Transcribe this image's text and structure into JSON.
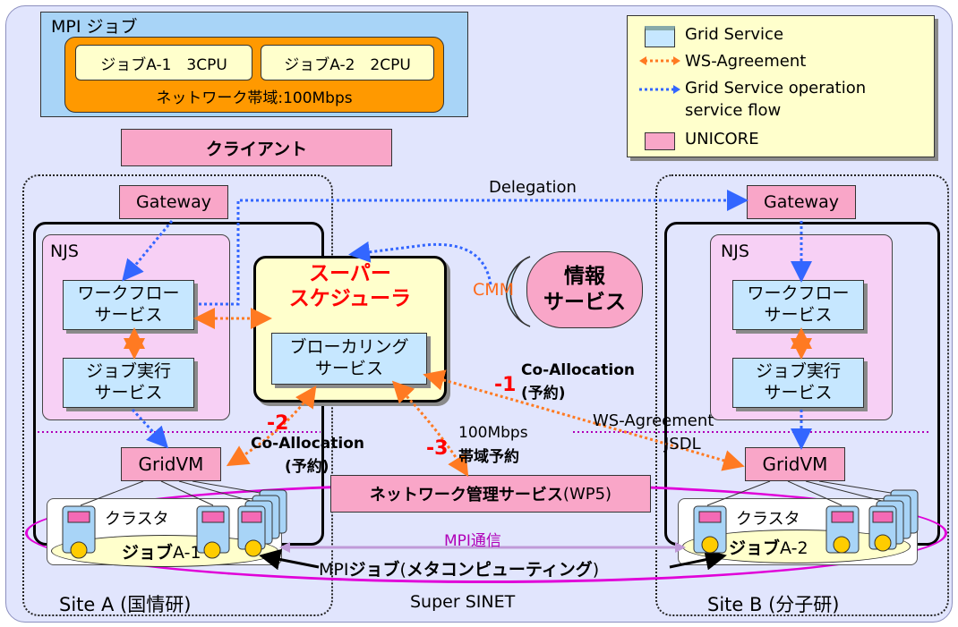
{
  "mpi_job": {
    "title": "MPI ジョブ",
    "job_a1": "ジョブA-1　3CPU",
    "job_a2": "ジョブA-2　2CPU",
    "bandwidth": "ネットワーク帯域:100Mbps"
  },
  "client": "クライアント",
  "legend": {
    "grid_service": "Grid Service",
    "ws_agreement": "WS-Agreement",
    "operation_flow_line1": "Grid Service operation",
    "operation_flow_line2": "service flow",
    "unicore": "UNICORE"
  },
  "site_a": {
    "label": "Site A (国情研)",
    "gateway": "Gateway",
    "njs": "NJS",
    "workflow_line1": "ワークフロー",
    "workflow_line2": "サービス",
    "jobexec_line1": "ジョブ実行",
    "jobexec_line2": "サービス",
    "gridvm": "GridVM",
    "cluster": "クラスタ",
    "job_bold": "ジョブ",
    "job_id": "A-1"
  },
  "site_b": {
    "label": "Site B (分子研)",
    "gateway": "Gateway",
    "njs": "NJS",
    "workflow_line1": "ワークフロー",
    "workflow_line2": "サービス",
    "jobexec_line1": "ジョブ実行",
    "jobexec_line2": "サービス",
    "gridvm": "GridVM",
    "cluster": "クラスタ",
    "job_bold": "ジョブ",
    "job_id": "A-2"
  },
  "super_scheduler": {
    "title_line1": "スーパー",
    "title_line2": "スケジューラ",
    "broker_line1": "ブローカリング",
    "broker_line2": "サービス"
  },
  "info_service": {
    "cmm": "CMM",
    "line1": "情報",
    "line2": "サービス"
  },
  "delegation": "Delegation",
  "co_alloc_1": {
    "num": "-1",
    "line1": "Co-Allocation",
    "line2": "(予約)"
  },
  "co_alloc_2": {
    "num": "-2",
    "line1": "Co-Allocation",
    "line2": "(予約)"
  },
  "bw_reserve": {
    "num": "-3",
    "line1": "100Mbps",
    "line2": "帯域予約"
  },
  "ws_agreement_label": "WS-Agreement",
  "jsdl": "JSDL",
  "network_mgmt": {
    "main": "ネットワーク管理サービス",
    "suffix": "(WP5)"
  },
  "mpi_comm": "MPI通信",
  "mpi_meta": {
    "prefix": "MPI",
    "bold": "ジョブ",
    "paren_open": "(",
    "meta": "メタコンピューティング",
    "paren_close": ")"
  },
  "super_sinet": "Super SINET",
  "colors": {
    "pink": "#f9a6c8",
    "light_blue": "#c6e7ff",
    "orange": "#ff9900",
    "arrow_orange": "#ff7a22",
    "arrow_blue": "#3366ff",
    "legend_bg": "#ffffcc",
    "bg": "#e0e6ff"
  }
}
